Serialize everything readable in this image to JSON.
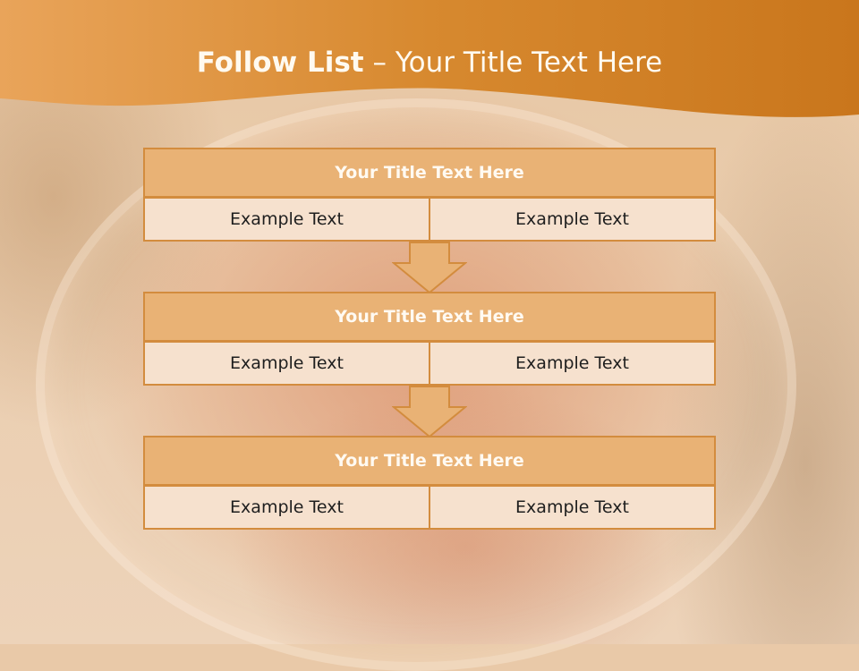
{
  "slide": {
    "title_bold": "Follow List",
    "title_rest": " – Your Title Text Here"
  },
  "blocks": [
    {
      "title": "Your Title Text Here",
      "left": "Example Text",
      "right": "Example Text"
    },
    {
      "title": "Your Title Text Here",
      "left": "Example Text",
      "right": "Example Text"
    },
    {
      "title": "Your Title Text Here",
      "left": "Example Text",
      "right": "Example Text"
    }
  ],
  "colors": {
    "header_band": "#d4862c",
    "block_title_fill": "#e9b275",
    "block_border": "#d38c3e",
    "cell_fill": "#f6e1ce",
    "arrow_fill": "#e9b275"
  }
}
